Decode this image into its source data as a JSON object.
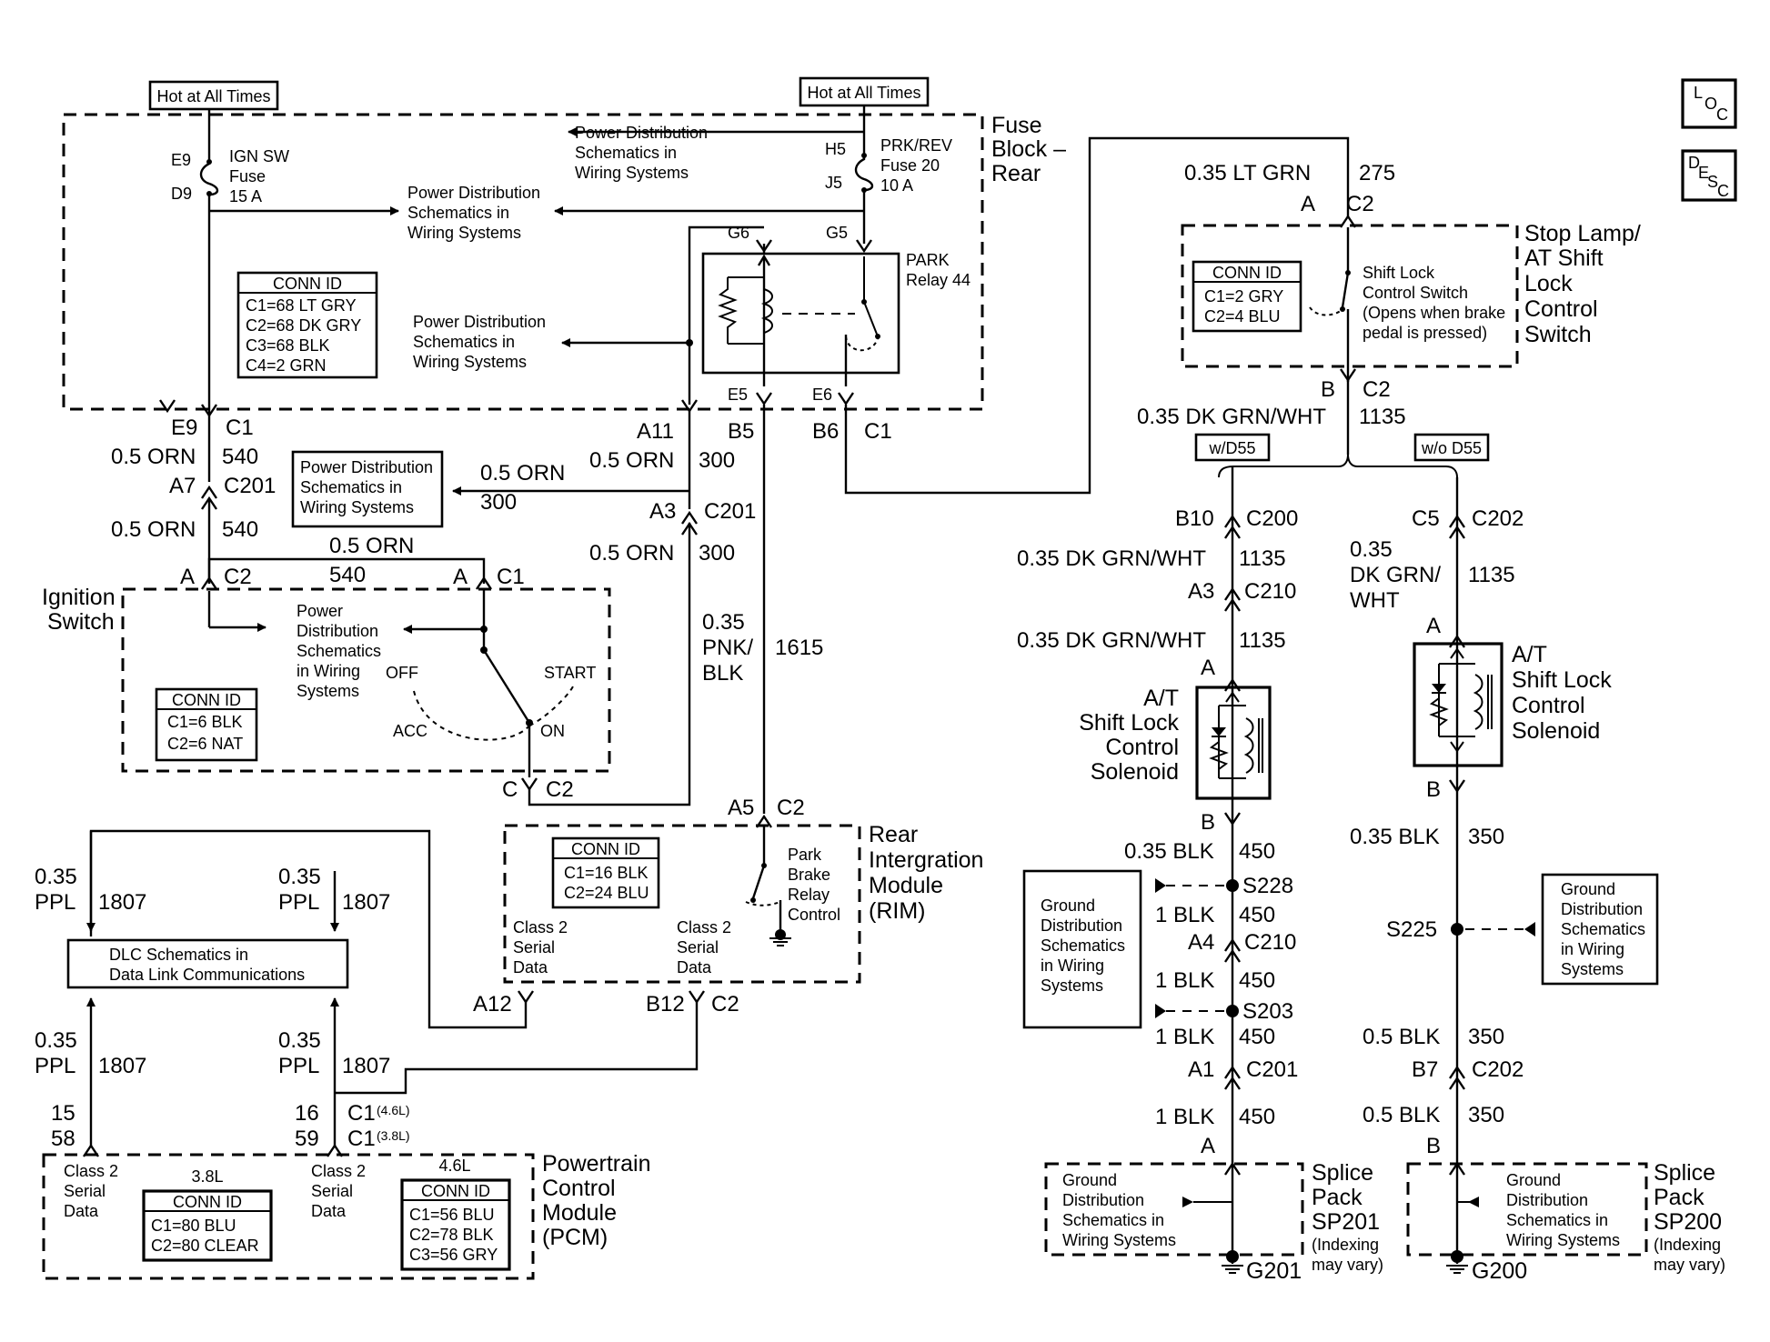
{
  "labels": {
    "hot_left": "Hot at All Times",
    "hot_right": "Hot at All Times",
    "loc": [
      "L",
      "O",
      "C"
    ],
    "desc": [
      "D",
      "E",
      "S",
      "C"
    ],
    "fuse_block_title": [
      "Fuse",
      "Block –",
      "Rear"
    ],
    "e9": "E9",
    "d9": "D9",
    "ign_fuse": [
      "IGN SW",
      "Fuse",
      "15 A"
    ],
    "pd1": [
      "Power Distribution",
      "Schematics in",
      "Wiring Systems"
    ],
    "pd2": [
      "Power Distribution",
      "Schematics in",
      "Wiring Systems"
    ],
    "pd3": [
      "Power Distribution",
      "Schematics in",
      "Wiring Systems"
    ],
    "h5": "H5",
    "j5": "J5",
    "prk_fuse": [
      "PRK/REV",
      "Fuse 20",
      "10 A"
    ],
    "g6": "G6",
    "g5": "G5",
    "park_relay": [
      "PARK",
      "Relay 44"
    ],
    "e5": "E5",
    "e6": "E6",
    "conn_fb": [
      "CONN ID",
      "C1=68 LT GRY",
      "C2=68 DK GRY",
      "C3=68 BLK",
      "C4=2 GRN"
    ],
    "e9c1": [
      "E9",
      "C1"
    ],
    "w540a": [
      "0.5 ORN",
      "540"
    ],
    "a7c201": [
      "A7",
      "C201"
    ],
    "w540b": [
      "0.5 ORN",
      "540"
    ],
    "pd4": [
      "Power Distribution",
      "Schematics in",
      "Wiring Systems"
    ],
    "a11": "A11",
    "b5": "B5",
    "b6": "B6",
    "c1_fb": "C1",
    "w300a": [
      "0.5 ORN",
      "300"
    ],
    "w300b": [
      "0.5 ORN",
      "300"
    ],
    "a3c201": [
      "A3",
      "C201"
    ],
    "w300c": [
      "0.5 ORN",
      "300"
    ],
    "w540c": [
      "0.5 ORN",
      "540"
    ],
    "ign_a_c2": [
      "A",
      "C2"
    ],
    "ign_a_c1": [
      "A",
      "C1"
    ],
    "ignition_title": [
      "Ignition",
      "Switch"
    ],
    "pd5": [
      "Power",
      "Distribution",
      "Schematics",
      "in Wiring",
      "Systems"
    ],
    "off": "OFF",
    "start": "START",
    "acc": "ACC",
    "on": "ON",
    "conn_ign": [
      "CONN ID",
      "C1=6 BLK",
      "C2=6 NAT"
    ],
    "ign_c_c2": [
      "C",
      "C2"
    ],
    "w1615": [
      "0.35",
      "PNK/",
      "BLK",
      "1615"
    ],
    "w275": [
      "0.35 LT GRN",
      "275"
    ],
    "ac2": [
      "A",
      "C2"
    ],
    "stop_title": [
      "Stop Lamp/",
      "AT Shift",
      "Lock",
      "Control",
      "Switch"
    ],
    "conn_stop": [
      "CONN ID",
      "C1=2 GRY",
      "C2=4 BLU"
    ],
    "shift_switch": [
      "Shift Lock",
      "Control Switch",
      "(Opens when brake",
      "pedal is pressed)"
    ],
    "bc2": [
      "B",
      "C2"
    ],
    "w1135a": [
      "0.35 DK GRN/WHT",
      "1135"
    ],
    "wd55": "w/D55",
    "wod55": "w/o D55",
    "b10c200": [
      "B10",
      "C200"
    ],
    "w1135b": [
      "0.35 DK GRN/WHT",
      "1135"
    ],
    "a3c210": [
      "A3",
      "C210"
    ],
    "w1135c": [
      "0.35 DK GRN/WHT",
      "1135"
    ],
    "sol_a_left": "A",
    "sol_left_title": [
      "A/T",
      "Shift Lock",
      "Control",
      "Solenoid"
    ],
    "sol_b_left": "B",
    "w450a": [
      "0.35 BLK",
      "450"
    ],
    "s228": "S228",
    "gd_left": [
      "Ground",
      "Distribution",
      "Schematics",
      "in Wiring",
      "Systems"
    ],
    "w450b": [
      "1 BLK",
      "450"
    ],
    "a4c210": [
      "A4",
      "C210"
    ],
    "w450c": [
      "1 BLK",
      "450"
    ],
    "s203": "S203",
    "w450d": [
      "1 BLK",
      "450"
    ],
    "a1c201": [
      "A1",
      "C201"
    ],
    "w450e": [
      "1 BLK",
      "450"
    ],
    "sp_left_a": "A",
    "gd_sp201": [
      "Ground",
      "Distribution",
      "Schematics in",
      "Wiring Systems"
    ],
    "sp201_title": [
      "Splice",
      "Pack",
      "SP201",
      "(Indexing",
      "may vary)"
    ],
    "g201": "G201",
    "c5c202": [
      "C5",
      "C202"
    ],
    "w1135d": [
      "0.35",
      "DK GRN/",
      "WHT",
      "1135"
    ],
    "sol_a_right": "A",
    "sol_right_title": [
      "A/T",
      "Shift Lock",
      "Control",
      "Solenoid"
    ],
    "sol_b_right": "B",
    "w350a": [
      "0.35 BLK",
      "350"
    ],
    "s225": "S225",
    "gd_right": [
      "Ground",
      "Distribution",
      "Schematics",
      "in Wiring",
      "Systems"
    ],
    "w350b": [
      "0.5 BLK",
      "350"
    ],
    "b7c202": [
      "B7",
      "C202"
    ],
    "w350c": [
      "0.5 BLK",
      "350"
    ],
    "sp_right_b": "B",
    "gd_sp200": [
      "Ground",
      "Distribution",
      "Schematics in",
      "Wiring Systems"
    ],
    "sp200_title": [
      "Splice",
      "Pack",
      "SP200",
      "(Indexing",
      "may vary)"
    ],
    "g200": "G200",
    "a5c2": [
      "A5",
      "C2"
    ],
    "rim_title": [
      "Rear",
      "Intergration",
      "Module",
      "(RIM)"
    ],
    "conn_rim": [
      "CONN ID",
      "C1=16 BLK",
      "C2=24 BLU"
    ],
    "park_brake": [
      "Park",
      "Brake",
      "Relay",
      "Control"
    ],
    "rim_class2_left": [
      "Class 2",
      "Serial",
      "Data"
    ],
    "rim_class2_right": [
      "Class 2",
      "Serial",
      "Data"
    ],
    "a12": "A12",
    "b12c2": [
      "B12",
      "C2"
    ],
    "w1807a": [
      "0.35",
      "PPL",
      "1807"
    ],
    "w1807b": [
      "0.35",
      "PPL",
      "1807"
    ],
    "dlc": [
      "DLC Schematics in",
      "Data Link Communications"
    ],
    "w1807c": [
      "0.35",
      "PPL",
      "1807"
    ],
    "w1807d": [
      "0.35",
      "PPL",
      "1807"
    ],
    "pcm_pins_left": [
      "15",
      "58"
    ],
    "pcm_pins_right": [
      "16",
      "59"
    ],
    "pcm_c1a": [
      "C1",
      "(4.6L)"
    ],
    "pcm_c1b": [
      "C1",
      "(3.8L)"
    ],
    "pcm_class2_left": [
      "Class 2",
      "Serial",
      "Data"
    ],
    "pcm_class2_right": [
      "Class 2",
      "Serial",
      "Data"
    ],
    "engine_38": "3.8L",
    "engine_46": "4.6L",
    "conn_pcm38": [
      "CONN ID",
      "C1=80 BLU",
      "C2=80 CLEAR"
    ],
    "conn_pcm46": [
      "CONN ID",
      "C1=56 BLU",
      "C2=78 BLK",
      "C3=56 GRY"
    ],
    "pcm_title": [
      "Powertrain",
      "Control",
      "Module",
      "(PCM)"
    ]
  }
}
